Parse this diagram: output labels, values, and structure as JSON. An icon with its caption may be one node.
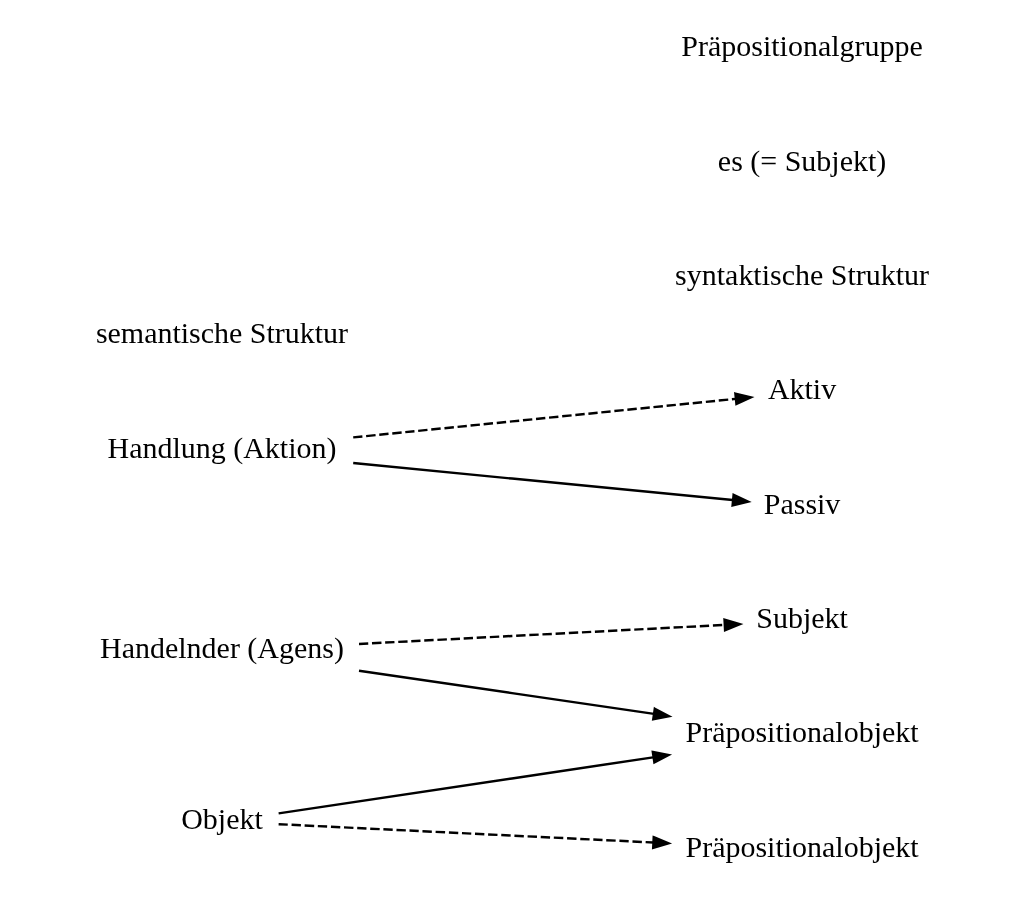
{
  "diagram": {
    "nodes": [
      {
        "text": [
          "Handelnder (Agens)"
        ]
      },
      {
        "text": [
          "Subjekt"
        ]
      },
      {
        "text": [
          "Objekt"
        ]
      },
      {
        "text": [
          "Präpositionalobjekt"
        ]
      },
      {
        "text": [
          "Präpositionalobjekt"
        ]
      },
      {
        "text": [
          "Handlung (Aktion)"
        ]
      },
      {
        "text": [
          "Aktiv"
        ]
      },
      {
        "text": [
          "Passiv"
        ]
      }
    ],
    "edges": [
      {
        "from": 0,
        "to": 1,
        "arrow": "to",
        "style": "dashed"
      },
      {
        "from": 0,
        "to": 4,
        "arrow": "to"
      },
      {
        "from": 2,
        "to": 3,
        "arrow": "to",
        "style": "dashed"
      },
      {
        "from": 2,
        "to": 4,
        "arrow": "to"
      },
      {
        "from": 5,
        "to": 6,
        "arrow": "to",
        "style": "dashed"
      },
      {
        "from": 5,
        "to": 7,
        "arrow": "to"
      }
    ],
    "labels": [
      "semantische Struktur",
      "syntaktische Struktur",
      "es (= Subjekt)",
      "Präpositionalgruppe"
    ]
  }
}
